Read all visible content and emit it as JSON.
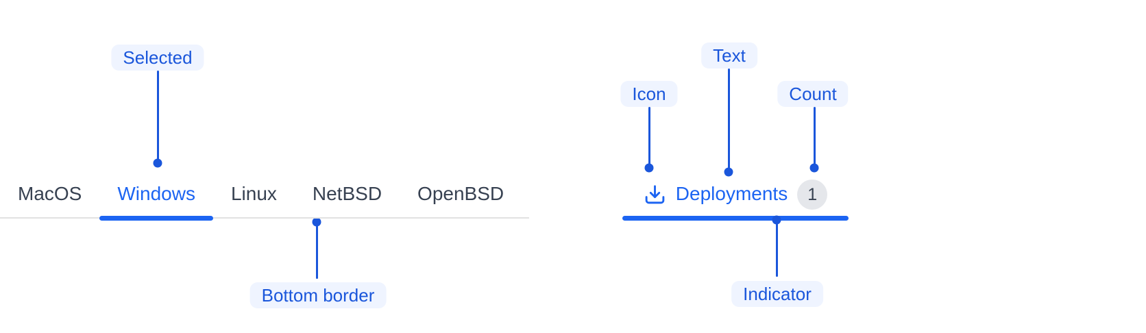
{
  "colors": {
    "annotation_blue": "#1A56DB",
    "annotation_pill_bg": "#EFF4FF",
    "active_tab_blue": "#1C64F2",
    "tab_text_gray": "#374151",
    "bottom_border_gray": "#E2E2E2",
    "badge_bg": "#E5E7EB",
    "badge_text": "#374151"
  },
  "tabs": {
    "items": [
      {
        "label": "MacOS",
        "selected": false
      },
      {
        "label": "Windows",
        "selected": true
      },
      {
        "label": "Linux",
        "selected": false
      },
      {
        "label": "NetBSD",
        "selected": false
      },
      {
        "label": "OpenBSD",
        "selected": false
      }
    ]
  },
  "deployment_tab": {
    "icon": "download-icon",
    "label": "Deployments",
    "count": "1"
  },
  "annotations": {
    "selected": "Selected",
    "bottom_border": "Bottom border",
    "icon": "Icon",
    "text": "Text",
    "count": "Count",
    "indicator": "Indicator"
  }
}
